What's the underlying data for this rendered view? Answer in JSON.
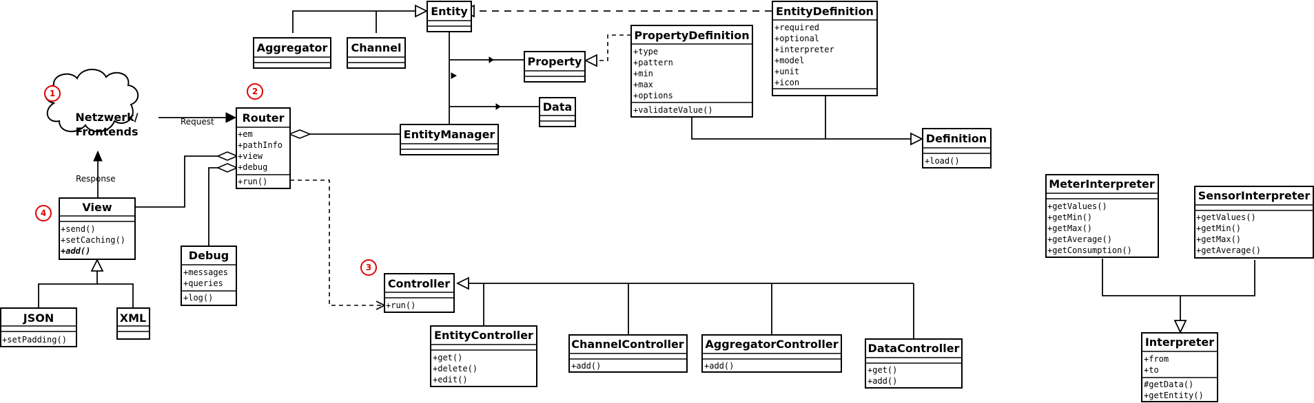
{
  "cloud": {
    "line1": "Netzwerk/",
    "line2": "Frontends"
  },
  "edge_labels": {
    "request": "Request",
    "response": "Response"
  },
  "steps": [
    "1",
    "2",
    "3",
    "4"
  ],
  "classes": {
    "entity": {
      "name": "Entity"
    },
    "aggregator": {
      "name": "Aggregator"
    },
    "channel": {
      "name": "Channel"
    },
    "property": {
      "name": "Property"
    },
    "data": {
      "name": "Data"
    },
    "entitymanager": {
      "name": "EntityManager"
    },
    "propertydefinition": {
      "name": "PropertyDefinition",
      "attributes": [
        "+type",
        "+pattern",
        "+min",
        "+max",
        "+options"
      ],
      "methods": [
        "+validateValue()"
      ]
    },
    "entitydefinition": {
      "name": "EntityDefinition",
      "attributes": [
        "+required",
        "+optional",
        "+interpreter",
        "+model",
        "+unit",
        "+icon"
      ]
    },
    "definition": {
      "name": "Definition",
      "methods": [
        "+load()"
      ]
    },
    "router": {
      "name": "Router",
      "attributes": [
        "+em",
        "+pathInfo",
        "+view",
        "+debug"
      ],
      "methods": [
        "+run()"
      ]
    },
    "view": {
      "name": "View",
      "methods": [
        "+send()",
        "+setCaching()",
        "+add()"
      ]
    },
    "debug": {
      "name": "Debug",
      "attributes": [
        "+messages",
        "+queries"
      ],
      "methods": [
        "+log()"
      ]
    },
    "json": {
      "name": "JSON",
      "methods": [
        "+setPadding()"
      ]
    },
    "xml": {
      "name": "XML"
    },
    "controller": {
      "name": "Controller",
      "methods": [
        "+run()"
      ]
    },
    "entitycontroller": {
      "name": "EntityController",
      "methods": [
        "+get()",
        "+delete()",
        "+edit()"
      ]
    },
    "channelcontroller": {
      "name": "ChannelController",
      "methods": [
        "+add()"
      ]
    },
    "aggregatorcontroller": {
      "name": "AggregatorController",
      "methods": [
        "+add()"
      ]
    },
    "datacontroller": {
      "name": "DataController",
      "methods": [
        "+get()",
        "+add()"
      ]
    },
    "meterinterpreter": {
      "name": "MeterInterpreter",
      "methods": [
        "+getValues()",
        "+getMin()",
        "+getMax()",
        "+getAverage()",
        "+getConsumption()"
      ]
    },
    "sensorinterpreter": {
      "name": "SensorInterpreter",
      "methods": [
        "+getValues()",
        "+getMin()",
        "+getMax()",
        "+getAverage()"
      ]
    },
    "interpreter": {
      "name": "Interpreter",
      "attributes": [
        "+from",
        "+to"
      ],
      "methods": [
        "#getData()",
        "+getEntity()"
      ]
    }
  }
}
